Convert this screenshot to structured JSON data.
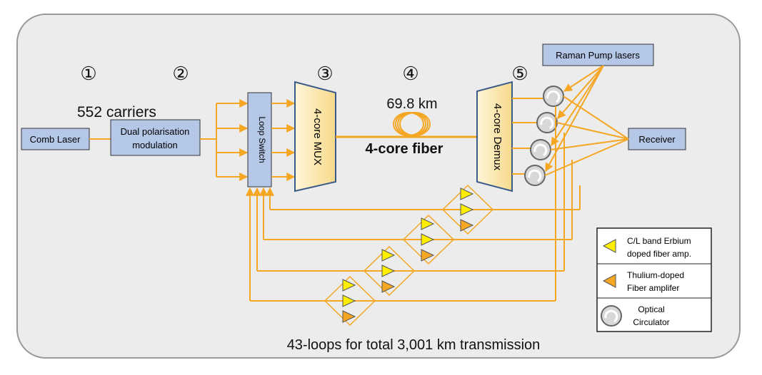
{
  "stages": [
    "①",
    "②",
    "③",
    "④",
    "⑤"
  ],
  "carriers_label": "552 carriers",
  "comb_laser": "Comb Laser",
  "modulation": [
    "Dual polarisation",
    "modulation"
  ],
  "loop_switch": "Loop Switch",
  "mux": "4-core MUX",
  "demux": "4-core Demux",
  "span_length": "69.8 km",
  "fiber_label": "4-core fiber",
  "raman": "Raman Pump lasers",
  "receiver": "Receiver",
  "caption": "43-loops for total 3,001 km transmission",
  "legend": {
    "erbium": [
      "C/L band Erbium",
      "doped fiber amp."
    ],
    "thulium": [
      "Thulium-doped",
      "Fiber amplifer"
    ],
    "circulator": [
      "Optical",
      "Circulator"
    ]
  },
  "colors": {
    "panel": "#ececec",
    "box": "#b4c7e7",
    "link": "#f5a623",
    "erbium": "#ffee00",
    "thulium": "#f5a623",
    "mux_fill": "#fbe7b0"
  }
}
